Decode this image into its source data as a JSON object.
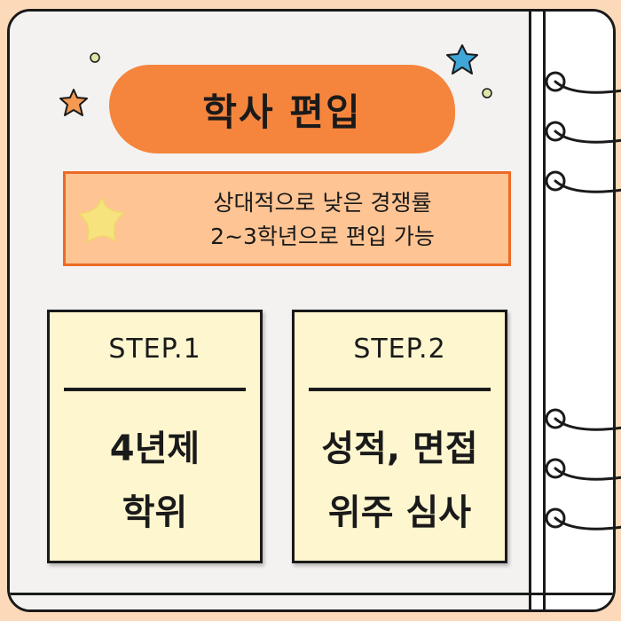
{
  "title": "학사 편입",
  "banner": {
    "line1": "상대적으로 낮은 경쟁률",
    "line2": "2~3학년으로 편입 가능"
  },
  "steps": [
    {
      "label": "STEP.1",
      "line1": "4년제",
      "line2": "학위"
    },
    {
      "label": "STEP.2",
      "line1": "성적, 면접",
      "line2": "위주 심사"
    }
  ],
  "colors": {
    "background": "#fcd9b8",
    "title_blob": "#f5853d",
    "banner_fill": "#fec493",
    "banner_border": "#ec6a25",
    "card_fill": "#fdf6cf",
    "star_yellow": "#f7e37e",
    "star_orange": "#f49a52",
    "star_blue": "#3fa6d8",
    "dot_green": "#dfe6a8"
  },
  "icons": [
    "spiral-ring-icon",
    "star-icon",
    "dot-icon"
  ]
}
